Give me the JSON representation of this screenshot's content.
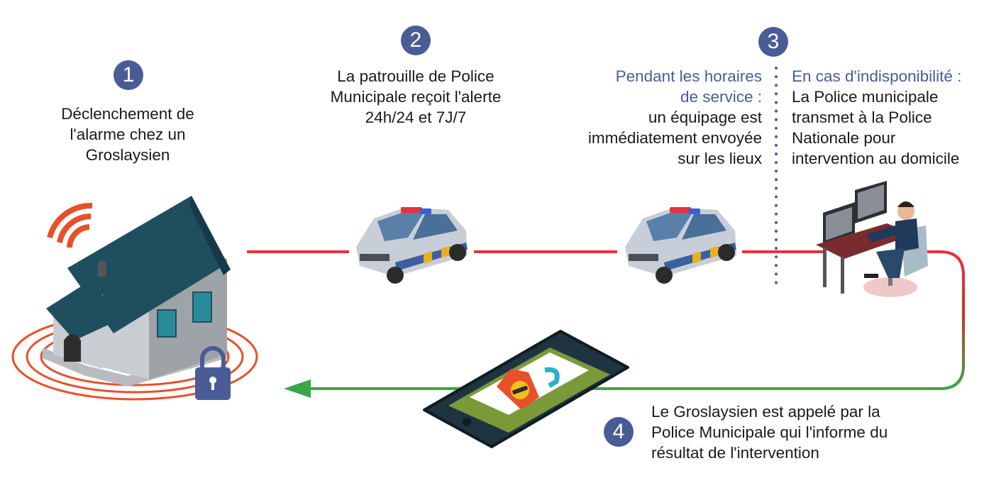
{
  "steps": [
    {
      "number": "1",
      "text_lines": [
        "Déclenchement de",
        "l'alarme chez un",
        "Groslaysien"
      ]
    },
    {
      "number": "2",
      "text_lines": [
        "La patrouille de Police",
        "Municipale reçoit l'alerte",
        "24h/24 et 7J/7"
      ]
    },
    {
      "number": "3",
      "left_heading_lines": [
        "Pendant les horaires",
        "de service :"
      ],
      "left_body_lines": [
        "un équipage est",
        "immédiatement envoyée",
        "sur les lieux"
      ],
      "right_heading": "En cas d'indisponibilité :",
      "right_body_lines": [
        "La Police municipale",
        "transmet à la Police",
        "Nationale pour",
        "intervention au domicile"
      ]
    },
    {
      "number": "4",
      "text_lines": [
        "Le Groslaysien est appelé par la",
        "Police Municipale qui l'informe du",
        "résultat de l'intervention"
      ]
    }
  ],
  "colors": {
    "badge": "#4a5c96",
    "alert_line": "#e8323a",
    "return_line": "#3aa64a",
    "house_roof": "#1f4e5f",
    "house_wall": "#9ea3a8",
    "phone_body": "#1e3440",
    "phone_screen": "#7a9a3a"
  },
  "icons": [
    "house-alarm-icon",
    "padlock-icon",
    "police-car-icon",
    "police-car-icon",
    "operator-desk-icon",
    "smartphone-icon"
  ]
}
